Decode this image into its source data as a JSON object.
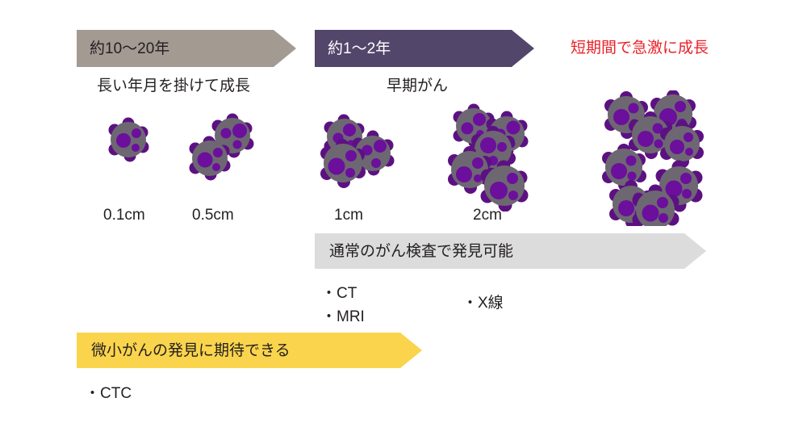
{
  "slide": {
    "title": "cancer-growth-timeline",
    "background_color": "#ffffff"
  },
  "banners": [
    {
      "id": "period-long",
      "label": "約10〜20年",
      "color": "#a39a92",
      "text_color": "#231f20"
    },
    {
      "id": "period-short",
      "label": "約1〜2年",
      "color": "#53466b",
      "text_color": "#ffffff"
    },
    {
      "id": "standard-screening",
      "label": "通常のがん検査で発見可能",
      "color": "#dcdcdc",
      "text_color": "#231f20"
    },
    {
      "id": "micro-cancer-detection",
      "label": "微小がんの発見に期待できる",
      "color": "#fad44c",
      "text_color": "#231f20"
    }
  ],
  "captions": {
    "slow_growth": "長い年月を掛けて成長",
    "early_cancer": "早期がん",
    "rapid_growth": "短期間で急激に成長",
    "rapid_growth_color": "#e8222a"
  },
  "size_labels": [
    {
      "id": "size-0-1cm",
      "label": "0.1cm"
    },
    {
      "id": "size-0-5cm",
      "label": "0.5cm"
    },
    {
      "id": "size-1cm",
      "label": "1cm"
    },
    {
      "id": "size-2cm",
      "label": "2cm"
    }
  ],
  "bullets": {
    "screening_left": [
      "・CT",
      "・MRI"
    ],
    "screening_right": [
      "・X線"
    ],
    "micro_detection": [
      "・CTC"
    ]
  },
  "tumor_clusters": [
    {
      "id": "tumor-0-1cm",
      "cell_count": 1
    },
    {
      "id": "tumor-0-5cm",
      "cell_count": 2
    },
    {
      "id": "tumor-1cm",
      "cell_count": 3
    },
    {
      "id": "tumor-2cm",
      "cell_count": 6
    },
    {
      "id": "tumor-large",
      "cell_count": 9
    }
  ],
  "palette": {
    "cell_body": "#6d6772",
    "cell_nucleus": "#6b0f9c",
    "cell_bump": "#5c1182"
  }
}
